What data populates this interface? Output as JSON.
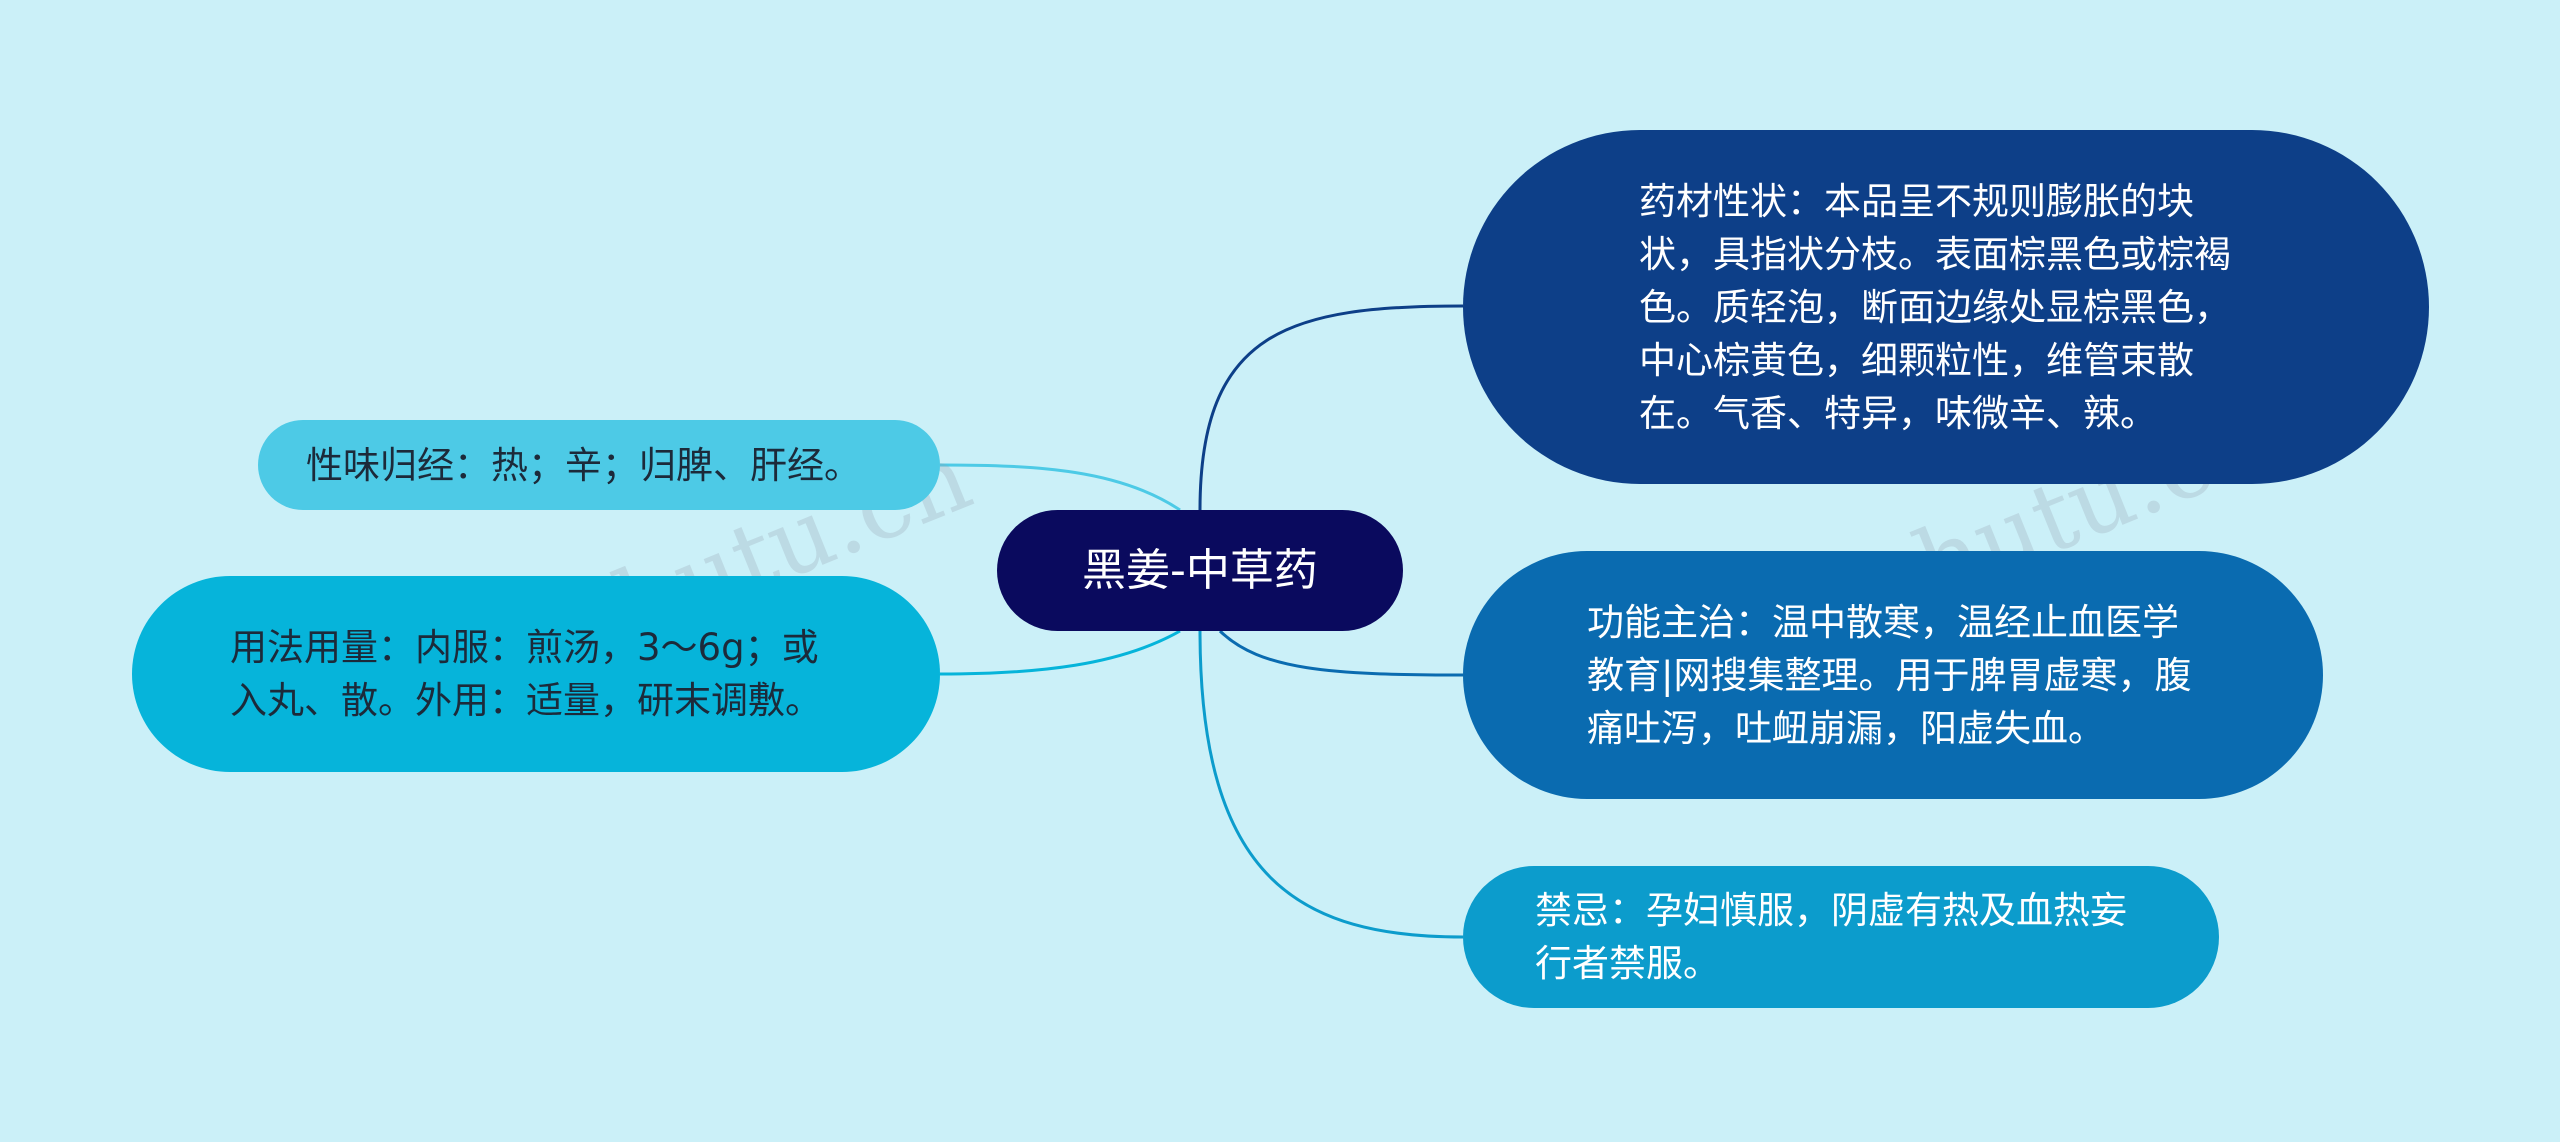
{
  "center": {
    "label": "黑姜-中草药"
  },
  "branches": {
    "xingzhuang": "药材性状：本品呈不规则膨胀的块状，具指状分枝。表面棕黑色或棕褐色。质轻泡，断面边缘处显棕黑色，中心棕黄色，细颗粒性，维管束散在。气香、特异，味微辛、辣。",
    "gongneng": "功能主治：温中散寒，温经止血医学教育|网搜集整理。用于脾胃虚寒，腹痛吐泻，吐衄崩漏，阳虚失血。",
    "jinji": "禁忌：孕妇慎服，阴虚有热及血热妄行者禁服。",
    "xingwei": "性味归经：热；辛；归脾、肝经。",
    "yongfa": "用法用量：内服：煎汤，3～6g；或入丸、散。外用：适量，研末调敷。"
  },
  "watermarks": [
    "树图 shutu.cn",
    "树图 shutu.cn"
  ],
  "colors": {
    "background": "#cbf0f8",
    "center": "#0a0a5e",
    "xingzhuang": "#0d3f88",
    "gongneng": "#0a6bb0",
    "jinji": "#0c9ccc",
    "xingwei": "#4dcae6",
    "yongfa": "#06b4da"
  }
}
